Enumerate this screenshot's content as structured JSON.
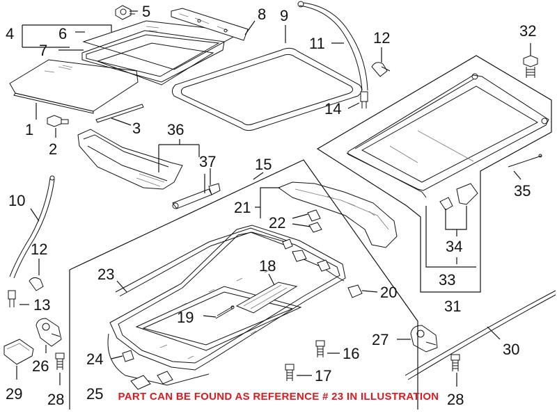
{
  "diagram": {
    "callouts": [
      "1",
      "2",
      "3",
      "4",
      "5",
      "6",
      "7",
      "8",
      "9",
      "10",
      "11",
      "12",
      "12",
      "13",
      "14",
      "15",
      "16",
      "17",
      "18",
      "19",
      "20",
      "21",
      "22",
      "23",
      "24",
      "25",
      "26",
      "27",
      "28",
      "28",
      "29",
      "30",
      "31",
      "32",
      "33",
      "34",
      "35",
      "36",
      "37"
    ],
    "note": "PART CAN BE FOUND AS REFERENCE # 23 IN ILLUSTRATION",
    "colors": {
      "line": "#111111",
      "note": "#e0191e",
      "background": "#ffffff"
    }
  }
}
